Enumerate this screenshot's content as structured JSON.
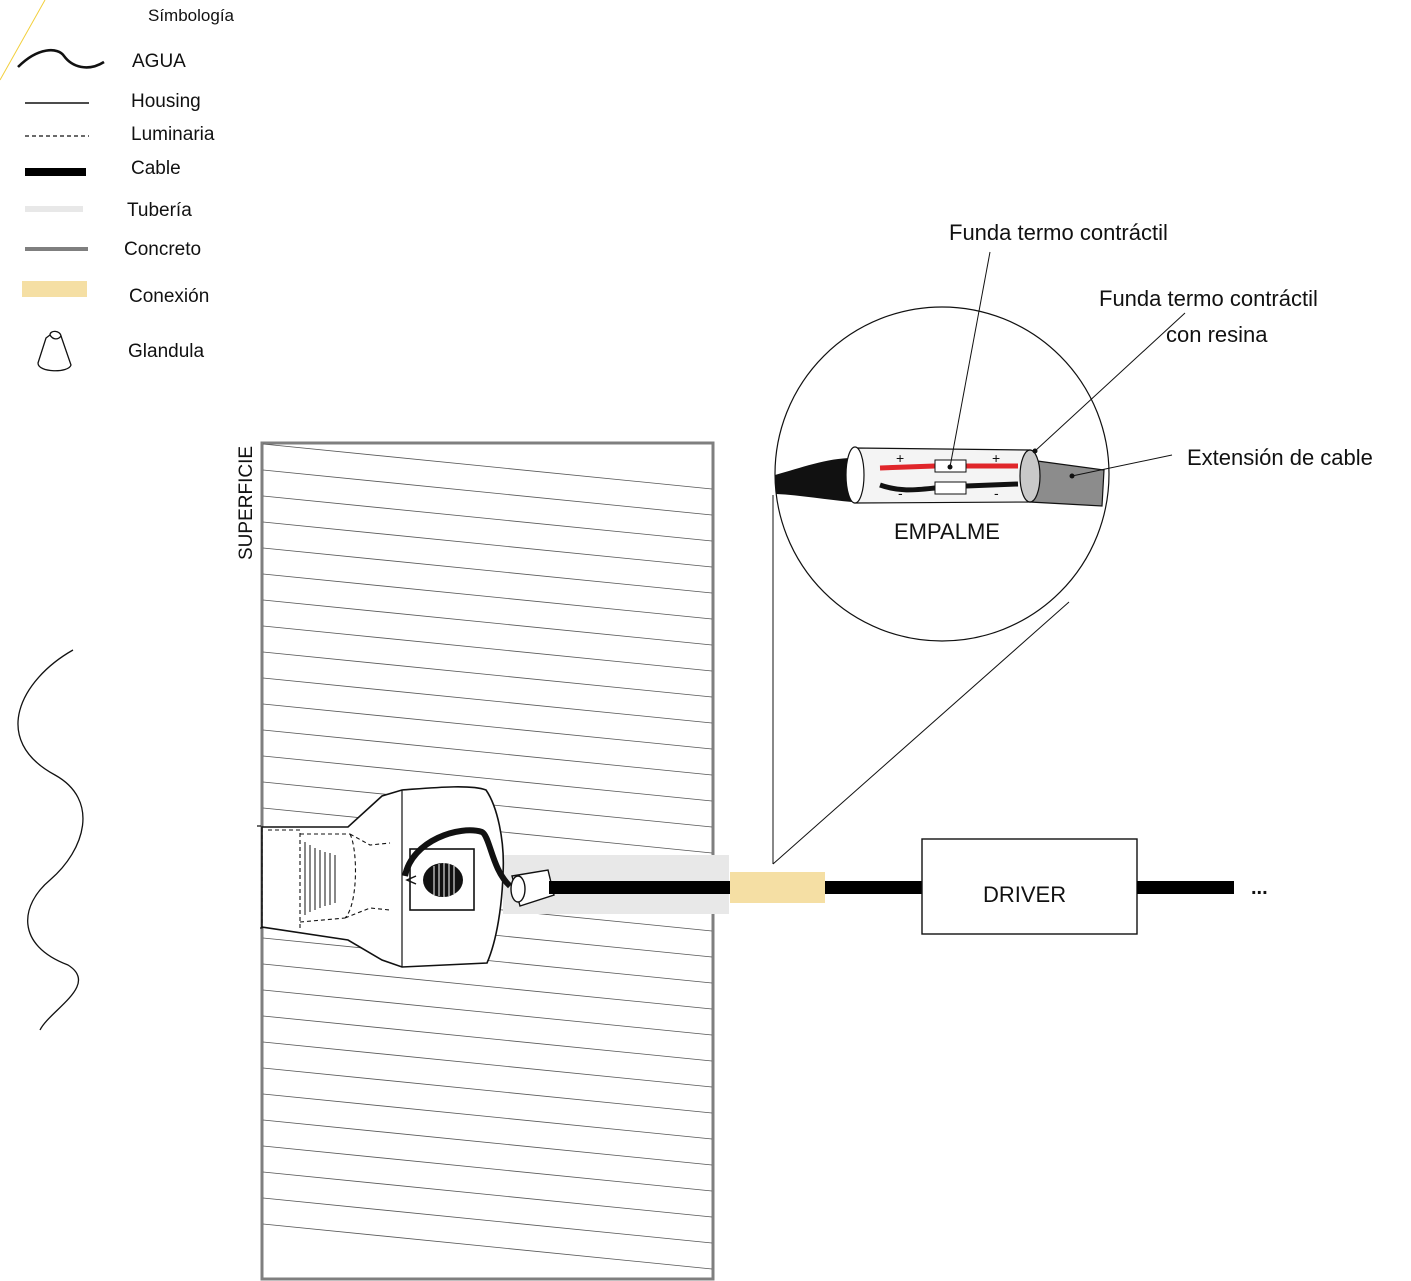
{
  "legend": {
    "title": "Símbología",
    "items": [
      {
        "symbol": "water-wave",
        "label": "AGUA"
      },
      {
        "symbol": "solid-thin-line",
        "label": "Housing"
      },
      {
        "symbol": "dashed-line",
        "label": "Luminaria"
      },
      {
        "symbol": "thick-black-bar",
        "label": "Cable"
      },
      {
        "symbol": "light-grey-bar",
        "label": "Tubería"
      },
      {
        "symbol": "grey-bar",
        "label": "Concreto"
      },
      {
        "symbol": "beige-bar",
        "label": "Conexión"
      },
      {
        "symbol": "gland-icon",
        "label": "Glandula"
      }
    ]
  },
  "labels": {
    "surface": "SUPERFICIE",
    "driver": "DRIVER",
    "ellipsis": "...",
    "splice": "EMPALME",
    "heat_shrink": "Funda termo contráctil",
    "heat_shrink_resin_line1": "Funda termo contráctil",
    "heat_shrink_resin_line2": "con resina",
    "cable_extension": "Extensión de cable",
    "plus": "+",
    "minus": "-"
  },
  "colors": {
    "concrete": "#7f7f7f",
    "pipe": "#e8e8e8",
    "connection": "#f5dfa4",
    "cable": "#000000",
    "wire_positive": "#e0262a",
    "extension_cable": "#8c8c8c",
    "accent_line": "#f2cf3a"
  }
}
